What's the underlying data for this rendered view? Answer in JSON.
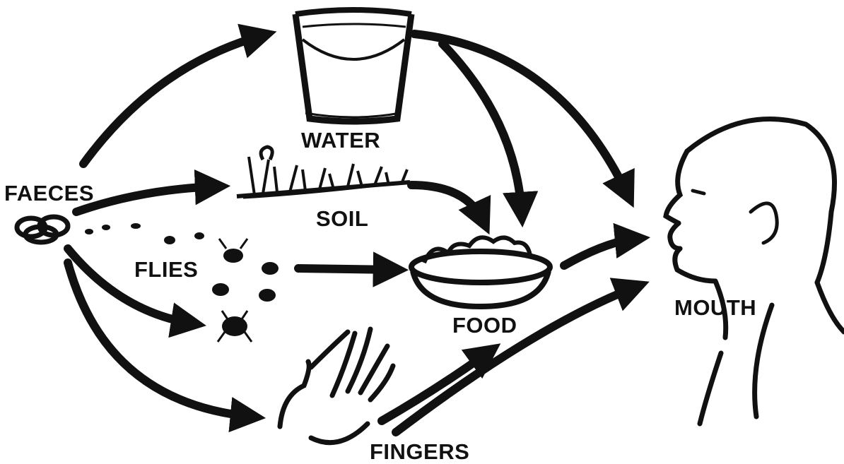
{
  "labels": {
    "faeces": "FAECES",
    "water": "WATER",
    "soil": "SOIL",
    "flies": "FLIES",
    "food": "FOOD",
    "mouth": "MOUTH",
    "fingers": "FINGERS"
  },
  "colors": {
    "ink": "#111111",
    "background": "#ffffff"
  }
}
